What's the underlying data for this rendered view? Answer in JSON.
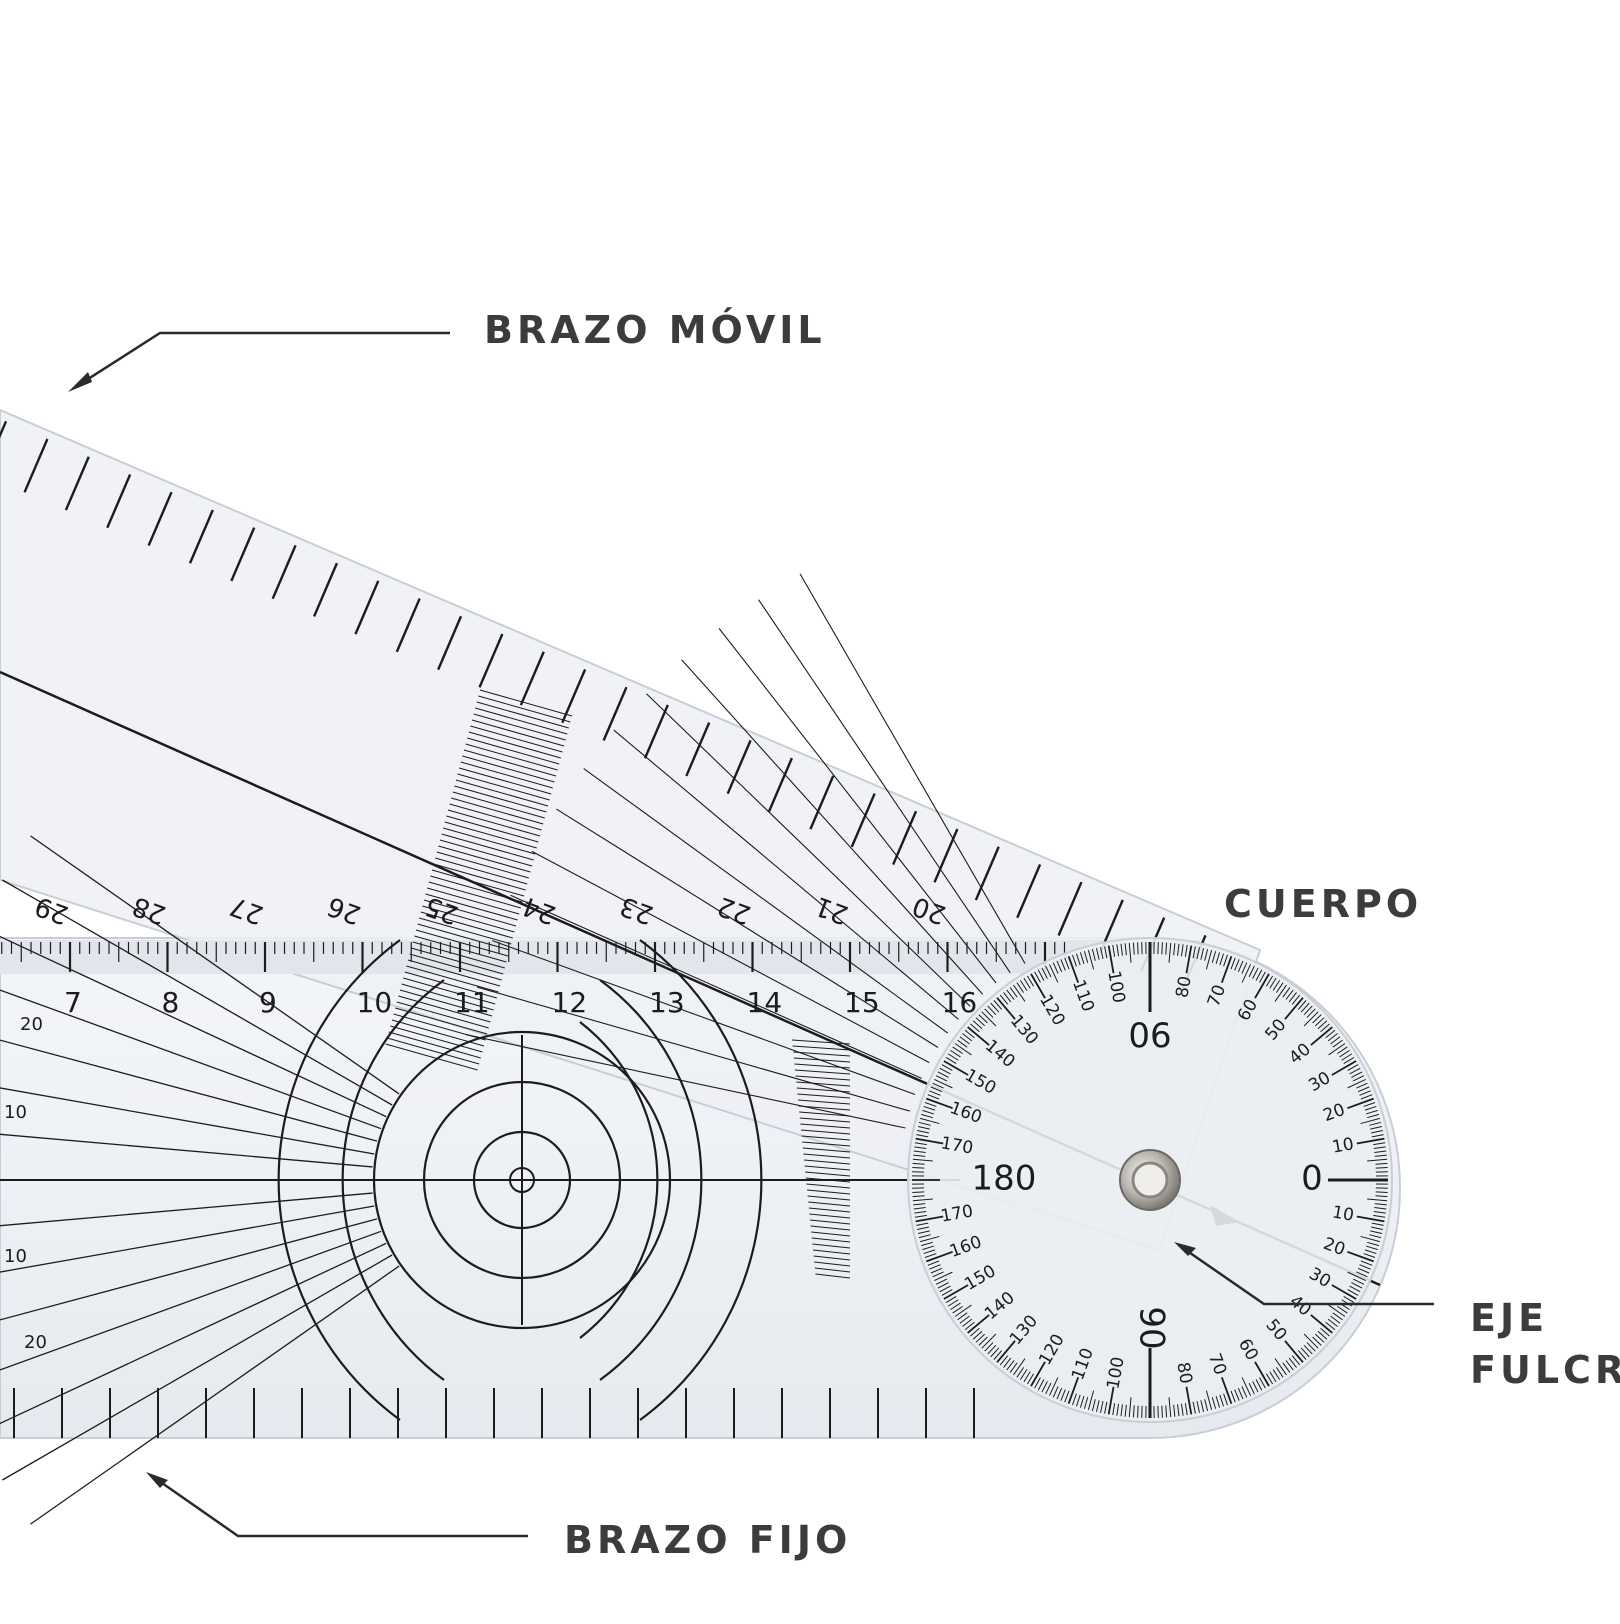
{
  "labels": {
    "movable_arm": "BRAZO MÓVIL",
    "body": "CUERPO",
    "axis": "EJE",
    "fulcrum": "FULCRO",
    "fixed_arm": "BRAZO FIJO"
  },
  "ruler": {
    "cm_marks": [
      "7",
      "8",
      "9",
      "10",
      "11",
      "12",
      "13",
      "14",
      "15",
      "16"
    ],
    "inch_marks": [
      "29",
      "28",
      "27",
      "26",
      "25",
      "24",
      "23",
      "22",
      "21",
      "20"
    ],
    "side_marks": [
      "20",
      "10",
      "10",
      "20"
    ]
  },
  "protractor": {
    "major_labels": [
      "90",
      "0",
      "90",
      "180"
    ],
    "minor_labels": [
      "10",
      "20",
      "30",
      "40",
      "50",
      "60",
      "70",
      "80",
      "100",
      "110",
      "120",
      "130",
      "140",
      "150",
      "160",
      "170"
    ]
  },
  "colors": {
    "ink": "#1c1c1c",
    "label_text": "#3c3c3e",
    "plastic": "#eef1f5",
    "plastic_edge": "#c9ced6",
    "rivet": "#b9b6b0"
  },
  "icons": {
    "rivet": "rivet-icon"
  }
}
